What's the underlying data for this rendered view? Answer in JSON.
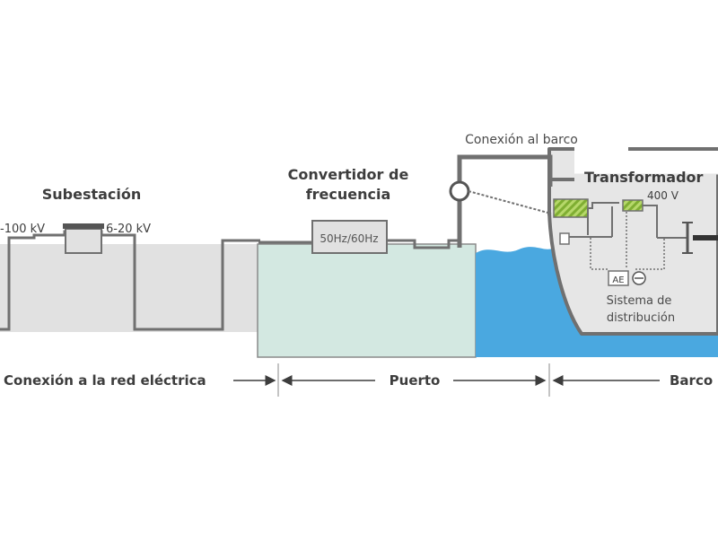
{
  "labels": {
    "subestacion": "Subestación",
    "high_voltage": "-100 kV",
    "medium_voltage": "6-20 kV",
    "convertidor_line1": "Convertidor de",
    "convertidor_line2": "frecuencia",
    "frequency_box": "50Hz/60Hz",
    "conexion_barco": "Conexión al barco",
    "transformador": "Transformador",
    "low_voltage": "400 V",
    "ae_box": "AE",
    "sistema_line1": "Sistema de",
    "sistema_line2": "distribución"
  },
  "sections": {
    "grid": "Conexión a la red eléctrica",
    "port": "Puerto",
    "ship": "Barco"
  },
  "colors": {
    "grid_band": "#e1e1e1",
    "port_area": "#d3e8e1",
    "water": "#4aa8e0",
    "ship_hull": "#e6e6e6",
    "line": "#707070",
    "text": "#3d3d3d",
    "transformer_hatch": "#9cc94a"
  }
}
